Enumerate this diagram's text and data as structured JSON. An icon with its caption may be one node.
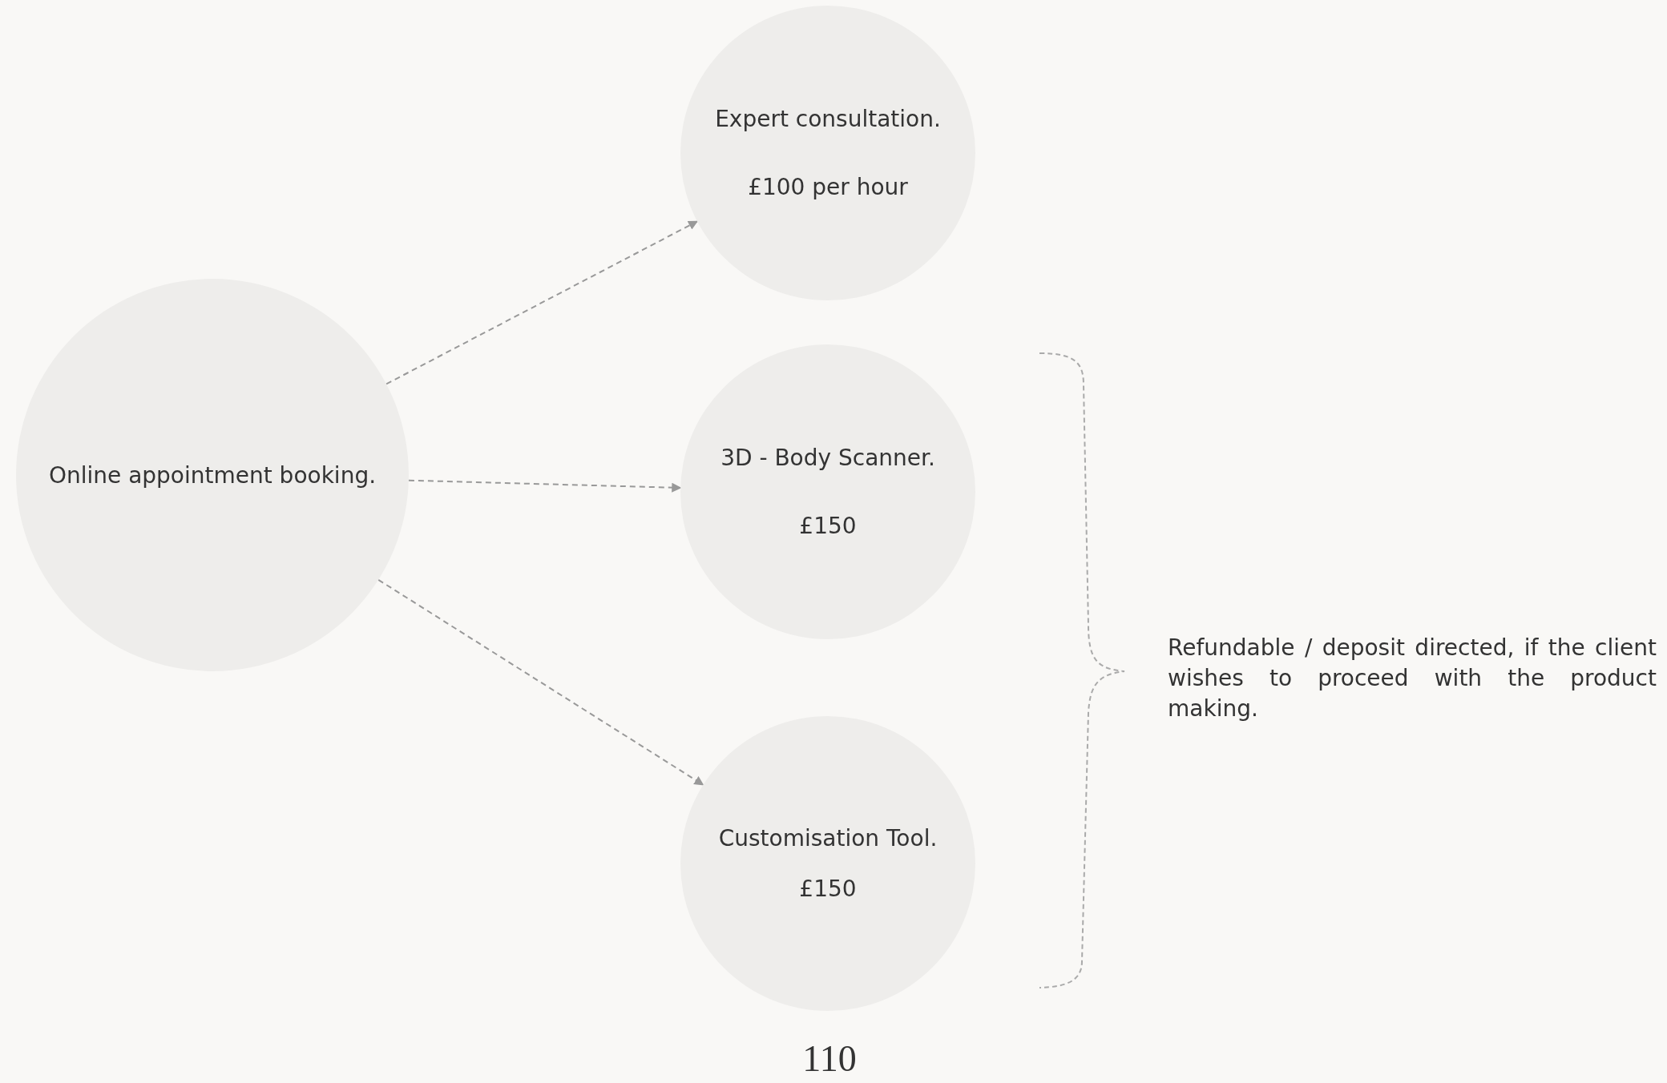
{
  "diagram": {
    "nodes": [
      {
        "text": [
          "Online appointment booking."
        ]
      },
      {
        "text": [
          "Expert consultation.",
          "£100 per hour"
        ]
      },
      {
        "text": [
          "3D - Body Scanner.",
          "£150"
        ]
      },
      {
        "text": [
          "Customisation Tool.",
          "£150"
        ]
      }
    ],
    "edges": [
      {
        "from": 0,
        "to": 1,
        "arrow": "to",
        "style": "dashed"
      },
      {
        "from": 0,
        "to": 2,
        "arrow": "to",
        "style": "dashed"
      },
      {
        "from": 0,
        "to": 3,
        "arrow": "to",
        "style": "dashed"
      }
    ],
    "labels": [
      "Refundable / deposit directed, if the client wishes to proceed with the product making.",
      "110"
    ]
  }
}
